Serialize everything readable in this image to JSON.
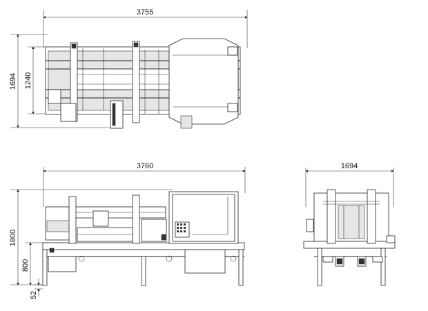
{
  "dimensions": {
    "top_width": "3755",
    "top_height_outer": "1694",
    "top_height_inner": "1240",
    "front_width": "3760",
    "front_height": "1800",
    "front_table_height": "800",
    "front_foot_height": "52",
    "side_width": "1694"
  }
}
